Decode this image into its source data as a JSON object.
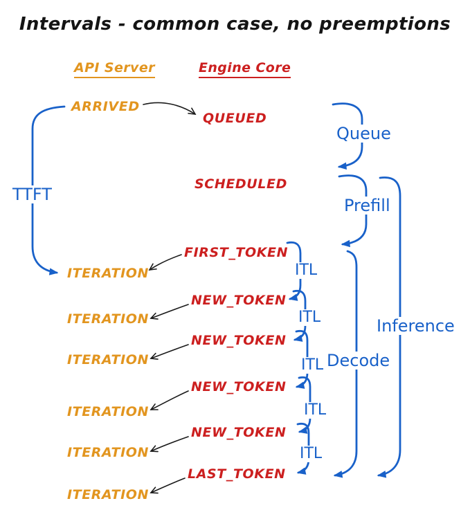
{
  "title": "Intervals - common case, no preemptions",
  "colors": {
    "api_server_orange": "#E2951F",
    "engine_core_red": "#CC1F1F",
    "interval_blue": "#1961C9",
    "arrow_black": "#1a1a1a",
    "background": "#ffffff"
  },
  "columns": [
    {
      "id": "api-server",
      "label": "API Server"
    },
    {
      "id": "engine-core",
      "label": "Engine Core"
    }
  ],
  "api_events": [
    {
      "label": "ARRIVED"
    },
    {
      "label": "ITERATION"
    },
    {
      "label": "ITERATION"
    },
    {
      "label": "ITERATION"
    },
    {
      "label": "ITERATION"
    },
    {
      "label": "ITERATION"
    },
    {
      "label": "ITERATION"
    }
  ],
  "engine_events": [
    {
      "label": "QUEUED"
    },
    {
      "label": "SCHEDULED"
    },
    {
      "label": "FIRST_TOKEN"
    },
    {
      "label": "NEW_TOKEN"
    },
    {
      "label": "NEW_TOKEN"
    },
    {
      "label": "NEW_TOKEN"
    },
    {
      "label": "NEW_TOKEN"
    },
    {
      "label": "LAST_TOKEN"
    }
  ],
  "intervals": {
    "ttft": "TTFT",
    "queue": "Queue",
    "prefill": "Prefill",
    "decode": "Decode",
    "inference": "Inference",
    "itl": [
      "ITL",
      "ITL",
      "ITL",
      "ITL",
      "ITL"
    ]
  }
}
